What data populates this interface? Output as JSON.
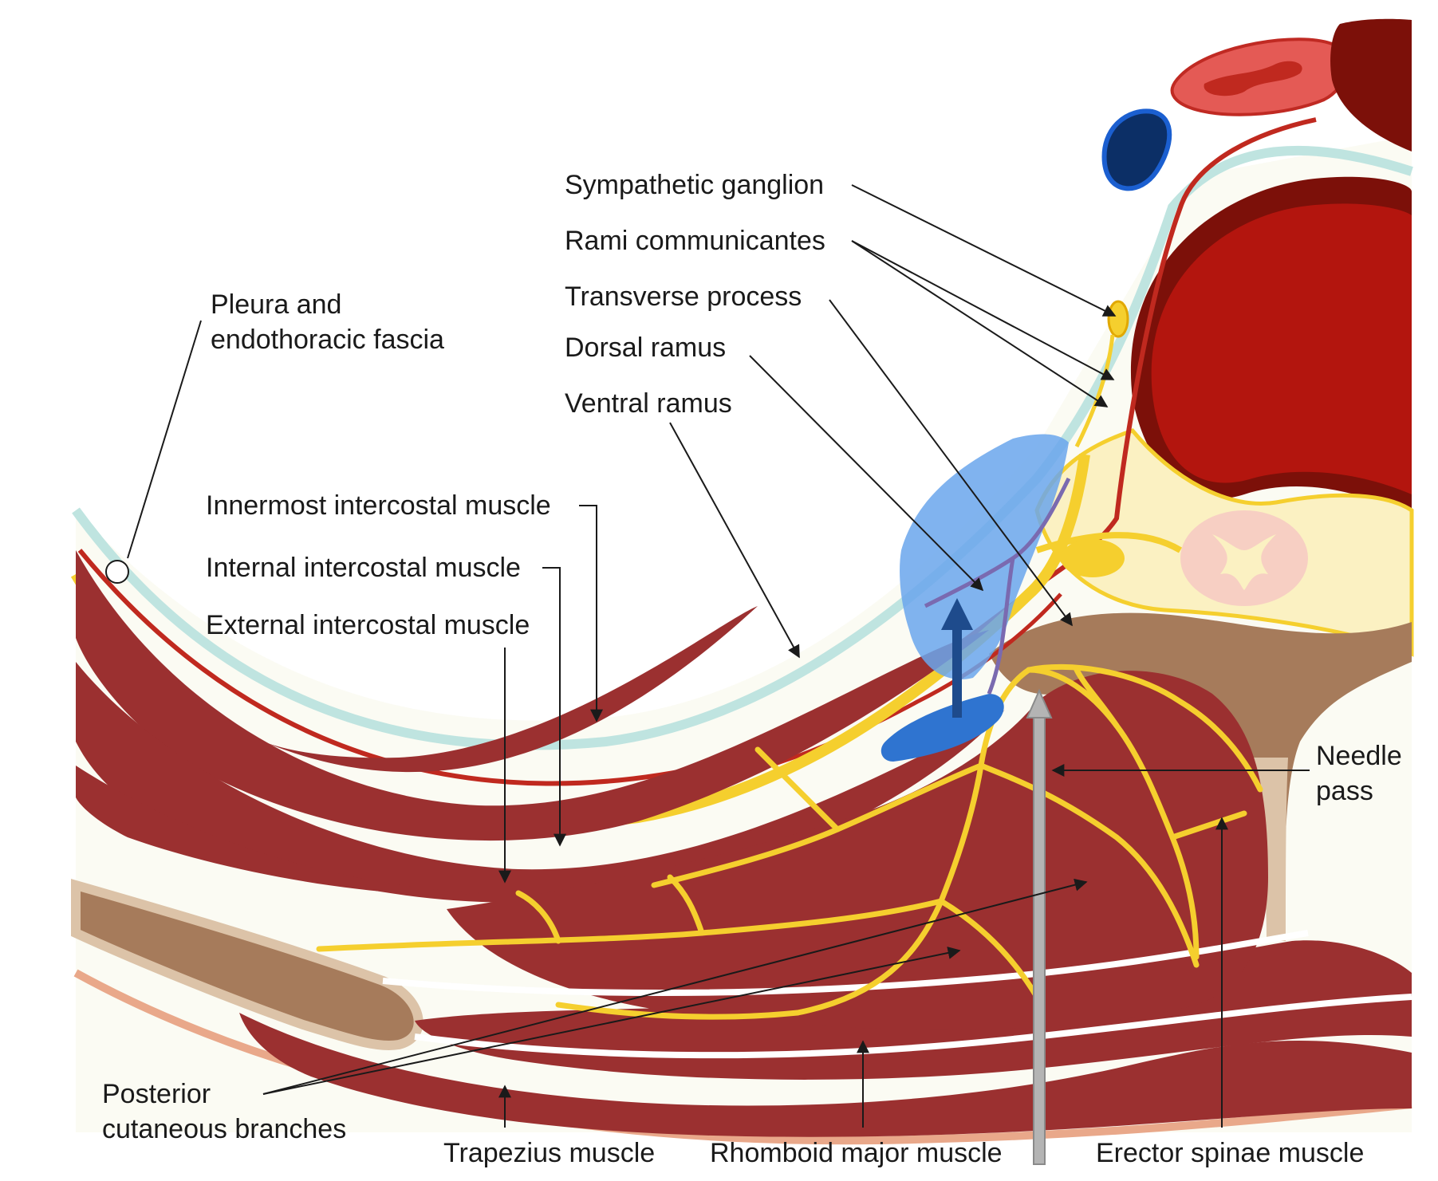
{
  "labels": {
    "sympathetic_ganglion": "Sympathetic ganglion",
    "rami_communicantes": "Rami communicantes",
    "transverse_process": "Transverse process",
    "dorsal_ramus": "Dorsal ramus",
    "ventral_ramus": "Ventral ramus",
    "pleura_line1": "Pleura and",
    "pleura_line2": "endothoracic fascia",
    "innermost_intercostal": "Innermost intercostal muscle",
    "internal_intercostal": "Internal intercostal muscle",
    "external_intercostal": "External intercostal muscle",
    "needle_line1": "Needle",
    "needle_line2": "pass",
    "posterior_line1": "Posterior",
    "posterior_line2": "cutaneous branches",
    "trapezius": "Trapezius muscle",
    "rhomboid": "Rhomboid major muscle",
    "erector": "Erector spinae muscle"
  },
  "colors": {
    "muscle": "#9b3030",
    "nerve": "#f5cf2e",
    "fascia": "#bfe4e0",
    "bone": "#a67b5b",
    "bone_light": "#dcc3a8",
    "vertebra_fill": "#fbf1c2",
    "vertebral_body": "#b3150e",
    "vertebral_body_dark": "#7c1009",
    "aorta": "#e45a55",
    "vein": "#0c2f66",
    "injectate": "#6aa6ec",
    "needle": "#b4b4b4",
    "skin": "#e9a88a",
    "spinal_cord": "#f7cfc3"
  }
}
